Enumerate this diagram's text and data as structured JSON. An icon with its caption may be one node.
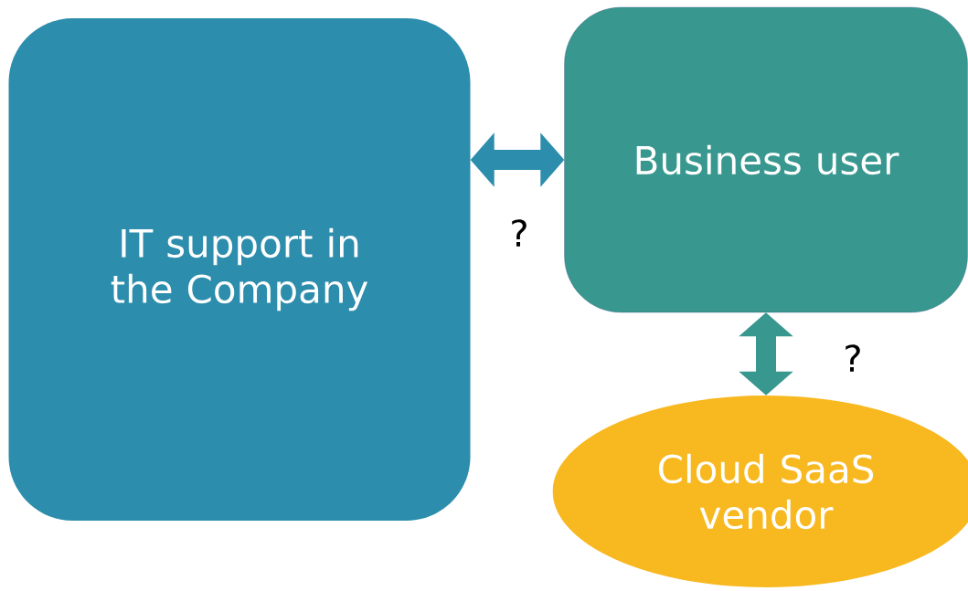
{
  "diagram": {
    "nodes": [
      {
        "text": [
          "IT support in the Company"
        ]
      },
      {
        "text": [
          "Business user"
        ]
      },
      {
        "text": [
          "Cloud SaaS vendor"
        ]
      }
    ],
    "edges": [
      {
        "from": 0,
        "to": 1,
        "arrow": "both",
        "label": "?",
        "color": "#2c8dac"
      },
      {
        "from": 1,
        "to": 2,
        "arrow": "both",
        "label": "?",
        "color": "#38978f"
      }
    ]
  }
}
